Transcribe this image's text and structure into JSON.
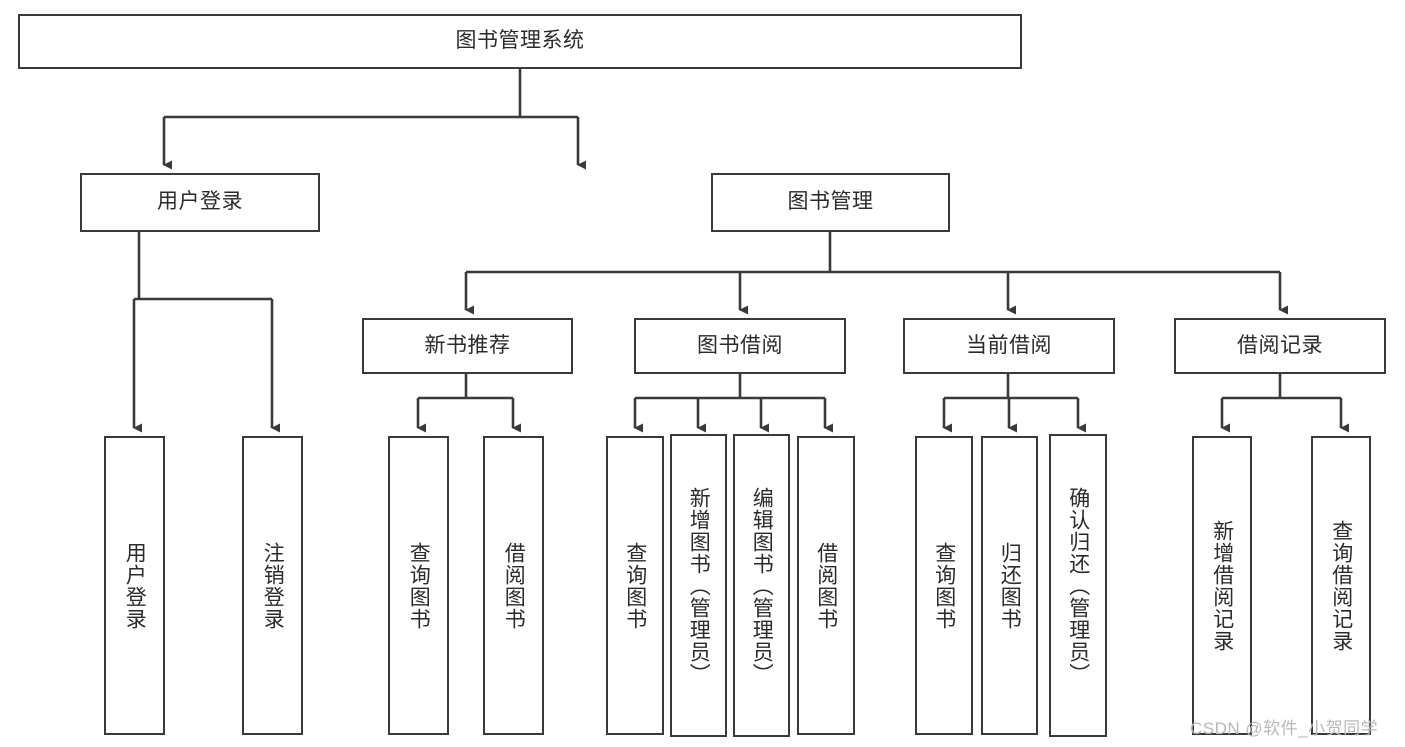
{
  "diagram": {
    "type": "tree-hierarchy-chart",
    "title": "图书管理系统",
    "line_color": "#3a3a3a",
    "box_fill": "#ffffff",
    "text_color": "#2b2b2b",
    "watermark": "CSDN @软件_小贺同学",
    "watermark_color": "#b9b9b9",
    "root": {
      "label": "图书管理系统"
    },
    "level2": [
      {
        "label": "用户登录"
      },
      {
        "label": "图书管理"
      }
    ],
    "level3": [
      {
        "label": "新书推荐"
      },
      {
        "label": "图书借阅"
      },
      {
        "label": "当前借阅"
      },
      {
        "label": "借阅记录"
      }
    ],
    "leaves_user_login": [
      {
        "label": "用户登录"
      },
      {
        "label": "注销登录"
      }
    ],
    "leaves_new_book": [
      {
        "label": "查询图书"
      },
      {
        "label": "借阅图书"
      }
    ],
    "leaves_borrow": [
      {
        "label": "查询图书"
      },
      {
        "label": "新增图书（管理员）"
      },
      {
        "label": "编辑图书（管理员）"
      },
      {
        "label": "借阅图书"
      }
    ],
    "leaves_current": [
      {
        "label": "查询图书"
      },
      {
        "label": "归还图书"
      },
      {
        "label": "确认归还（管理员）"
      }
    ],
    "leaves_records": [
      {
        "label": "新增借阅记录"
      },
      {
        "label": "查询借阅记录"
      }
    ]
  }
}
